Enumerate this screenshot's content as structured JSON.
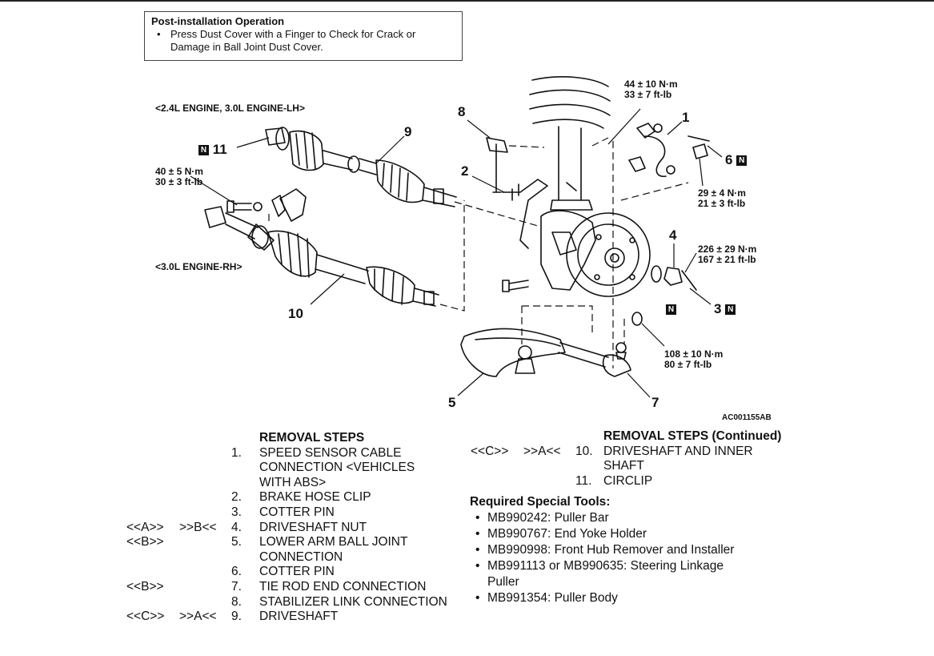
{
  "post_installation": {
    "title": "Post-installation Operation",
    "bullet": "Press Dust Cover with a Finger to Check for Crack or Damage in Ball Joint Dust Cover."
  },
  "diagram": {
    "engine_lh": "<2.4L ENGINE, 3.0L ENGINE-LH>",
    "engine_rh": "<3.0L ENGINE-RH>",
    "code": "AC001155AB",
    "tag_letter": "N",
    "callouts": {
      "c1": "1",
      "c2": "2",
      "c3": "3",
      "c4": "4",
      "c5": "5",
      "c6": "6",
      "c7": "7",
      "c8": "8",
      "c9": "9",
      "c10": "10",
      "c11": "11"
    },
    "torques": {
      "t1_a": "44 ± 10 N·m",
      "t1_b": "33 ± 7 ft-lb",
      "t2_a": "40 ± 5 N·m",
      "t2_b": "30 ± 3 ft-lb",
      "t3_a": "29 ± 4 N·m",
      "t3_b": "21 ± 3 ft-lb",
      "t4_a": "226 ± 29 N·m",
      "t4_b": "167 ± 21 ft-lb",
      "t5_a": "108 ± 10 N·m",
      "t5_b": "80 ± 7 ft-lb"
    }
  },
  "removal_steps": {
    "title": "REMOVAL STEPS",
    "items": [
      {
        "c1": "",
        "c2": "",
        "num": "1.",
        "text": "SPEED SENSOR CABLE"
      },
      {
        "c1": "",
        "c2": "",
        "num": "",
        "text": "CONNECTION <VEHICLES"
      },
      {
        "c1": "",
        "c2": "",
        "num": "",
        "text": "WITH ABS>"
      },
      {
        "c1": "",
        "c2": "",
        "num": "2.",
        "text": "BRAKE HOSE CLIP"
      },
      {
        "c1": "",
        "c2": "",
        "num": "3.",
        "text": "COTTER PIN"
      },
      {
        "c1": "<<A>>",
        "c2": ">>B<<",
        "num": "4.",
        "text": "DRIVESHAFT NUT"
      },
      {
        "c1": "<<B>>",
        "c2": "",
        "num": "5.",
        "text": "LOWER ARM BALL JOINT"
      },
      {
        "c1": "",
        "c2": "",
        "num": "",
        "text": "CONNECTION"
      },
      {
        "c1": "",
        "c2": "",
        "num": "6.",
        "text": "COTTER PIN"
      },
      {
        "c1": "<<B>>",
        "c2": "",
        "num": "7.",
        "text": "TIE ROD END CONNECTION"
      },
      {
        "c1": "",
        "c2": "",
        "num": "8.",
        "text": "STABILIZER LINK CONNECTION"
      },
      {
        "c1": "<<C>>",
        "c2": ">>A<<",
        "num": "9.",
        "text": "DRIVESHAFT"
      }
    ]
  },
  "removal_steps_continued": {
    "title": "REMOVAL STEPS (Continued)",
    "items": [
      {
        "c1": "<<C>>",
        "c2": ">>A<<",
        "num": "10.",
        "text": "DRIVESHAFT AND INNER"
      },
      {
        "c1": "",
        "c2": "",
        "num": "",
        "text": "SHAFT"
      },
      {
        "c1": "",
        "c2": "",
        "num": "11.",
        "text": "CIRCLIP"
      }
    ]
  },
  "special_tools": {
    "title": "Required Special Tools:",
    "items": [
      "MB990242: Puller Bar",
      "MB990767: End Yoke Holder",
      "MB990998: Front Hub Remover and Installer",
      "MB991113 or MB990635: Steering Linkage",
      "Puller",
      "MB991354: Puller Body"
    ]
  }
}
